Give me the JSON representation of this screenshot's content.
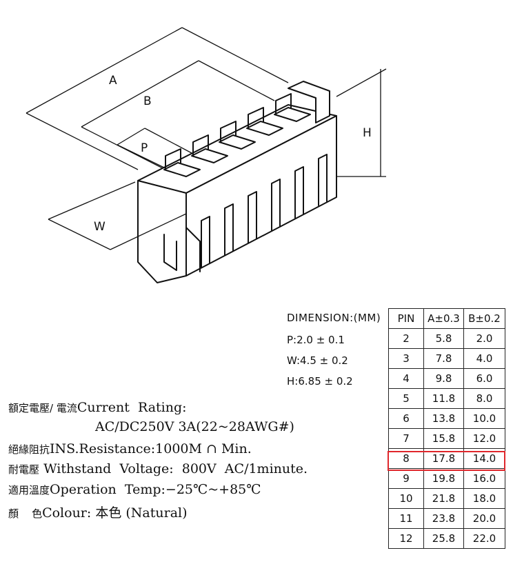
{
  "drawing": {
    "labels": {
      "a": "A",
      "b": "B",
      "p": "P",
      "w": "W",
      "h": "H"
    }
  },
  "specs": {
    "header": "DIMENSION:(MM)",
    "lines": [
      "P:2.0 ± 0.1",
      "W:4.5 ± 0.2",
      "H:6.85 ± 0.2"
    ]
  },
  "ratings": [
    {
      "cn": "額定電壓/ 電流",
      "en": "Current  Rating:"
    },
    {
      "cn": "",
      "en": "AC/DC250V 3A(22~28AWG#)"
    },
    {
      "cn": "絕緣阻抗",
      "en": "INS.Resistance:1000M ∩ Min."
    },
    {
      "cn": "耐電壓",
      "en": "Withstand  Voltage:  800V  AC/1minute."
    },
    {
      "cn": "適用溫度",
      "en": "Operation  Temp:−25℃~+85℃"
    },
    {
      "cn": "顏    色",
      "en": "Colour: 本色 (Natural)"
    }
  ],
  "table": {
    "headers": [
      "PIN",
      "A±0.3",
      "B±0.2"
    ],
    "rows": [
      [
        "2",
        "5.8",
        "2.0"
      ],
      [
        "3",
        "7.8",
        "4.0"
      ],
      [
        "4",
        "9.8",
        "6.0"
      ],
      [
        "5",
        "11.8",
        "8.0"
      ],
      [
        "6",
        "13.8",
        "10.0"
      ],
      [
        "7",
        "15.8",
        "12.0"
      ],
      [
        "8",
        "17.8",
        "14.0"
      ],
      [
        "9",
        "19.8",
        "16.0"
      ],
      [
        "10",
        "21.8",
        "18.0"
      ],
      [
        "11",
        "23.8",
        "20.0"
      ],
      [
        "12",
        "25.8",
        "22.0"
      ]
    ],
    "highlight_row": 6,
    "highlight_color": "#e0262b"
  }
}
